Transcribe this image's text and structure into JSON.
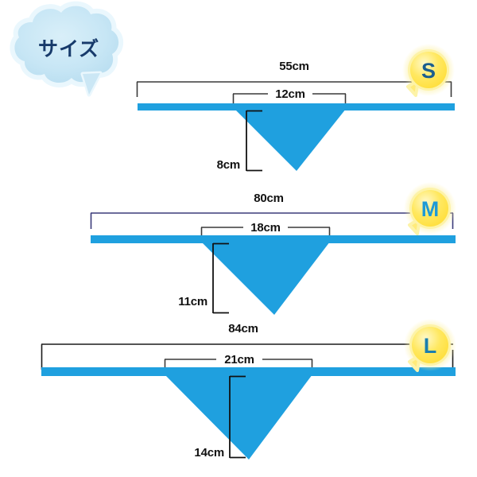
{
  "page": {
    "title_bubble": {
      "label": "サイズ",
      "text_color": "#173a6b",
      "fill_color": "#cfe9f6",
      "outline_color": "#eaf6fc"
    },
    "background_color": "#ffffff",
    "bandana_color": "#1fa0df",
    "dim_line_color_gray": "#3a3a3a",
    "dim_line_color_navy": "#3b3b7a",
    "badge_fill_color": "#ffe45c",
    "badge_glow_color": "#fdf3a8"
  },
  "sizes": [
    {
      "id": "s",
      "badge_label": "S",
      "badge_letter_color": "#1b5e8f",
      "width_label": "55cm",
      "neck_label": "12cm",
      "depth_label": "8cm",
      "width_cm": 55,
      "neck_cm": 12,
      "depth_cm": 8
    },
    {
      "id": "m",
      "badge_label": "M",
      "badge_letter_color": "#1e9ad6",
      "width_label": "80cm",
      "neck_label": "18cm",
      "depth_label": "11cm",
      "width_cm": 80,
      "neck_cm": 18,
      "depth_cm": 11
    },
    {
      "id": "l",
      "badge_label": "L",
      "badge_letter_color": "#1b7fae",
      "width_label": "84cm",
      "neck_label": "21cm",
      "depth_label": "14cm",
      "width_cm": 84,
      "neck_cm": 21,
      "depth_cm": 14
    }
  ]
}
